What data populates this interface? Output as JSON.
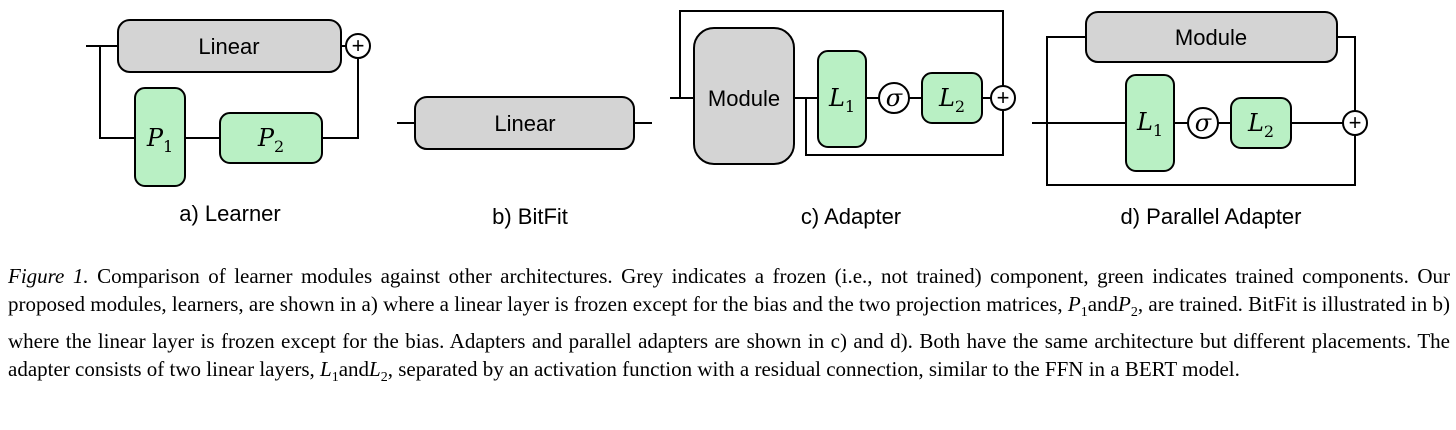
{
  "panels": {
    "learner": {
      "linear_label": "Linear",
      "p1_symbol": "P",
      "p1_sub": "1",
      "p2_symbol": "P",
      "p2_sub": "2",
      "plus": "+",
      "caption": "a) Learner"
    },
    "bitfit": {
      "linear_label": "Linear",
      "caption": "b) BitFit"
    },
    "adapter": {
      "module_label": "Module",
      "l1_symbol": "L",
      "l1_sub": "1",
      "sigma": "σ",
      "l2_symbol": "L",
      "l2_sub": "2",
      "plus": "+",
      "caption": "c) Adapter"
    },
    "parallel_adapter": {
      "module_label": "Module",
      "l1_symbol": "L",
      "l1_sub": "1",
      "sigma": "σ",
      "l2_symbol": "L",
      "l2_sub": "2",
      "plus": "+",
      "caption": "d) Parallel Adapter"
    }
  },
  "colors": {
    "frozen": "#d4d4d4",
    "trained": "#b9f0c4"
  },
  "caption": {
    "label": "Figure 1.",
    "part1": " Comparison of learner modules against other architectures. Grey indicates a frozen (i.e., not trained) component, green indicates trained components. Our proposed modules, learners, are shown in a) where a linear layer is frozen except for the bias and the two projection matrices, ",
    "p_sym": "P",
    "p1_sub": "1",
    "and1": "and",
    "p2_sub": "2",
    "part2": ", are trained. BitFit is illustrated in b) where the linear layer is frozen except for the bias. Adapters and parallel adapters are shown in c) and d). Both have the same architecture but different placements. The adapter consists of two linear layers, ",
    "l_sym": "L",
    "l1_sub": "1",
    "and2": "and",
    "l2_sub": "2",
    "part3": ", separated by an activation function with a residual connection, similar to the FFN in a BERT model."
  }
}
